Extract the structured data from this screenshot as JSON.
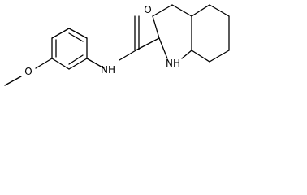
{
  "diagram_type": "chemical-structure",
  "background_color": "#ffffff",
  "line_color": "#000000",
  "atoms": {
    "oxygen_carbonyl": "O",
    "amide_nitrogen": "NH",
    "ring_nitrogen": "NH",
    "methoxy_oxygen": "O"
  }
}
